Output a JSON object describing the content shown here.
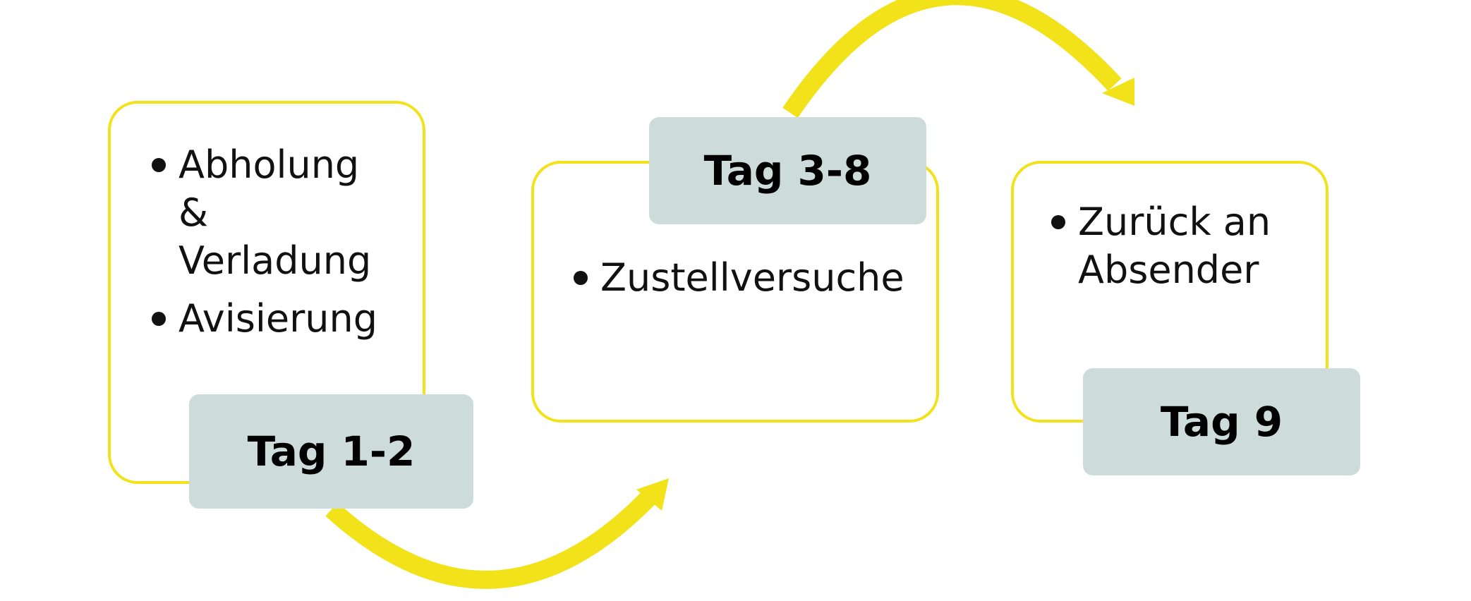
{
  "colors": {
    "accent_yellow": "#f2e21a",
    "tag_fill": "#cddcdb",
    "text": "#111111"
  },
  "steps": [
    {
      "tag": "Tag 1-2",
      "bullets": [
        "Abholung & Verladung",
        "Avisierung"
      ]
    },
    {
      "tag": "Tag 3-8",
      "bullets": [
        "Zustellversuche"
      ]
    },
    {
      "tag": "Tag 9",
      "bullets": [
        "Zurück an Absender"
      ]
    }
  ]
}
